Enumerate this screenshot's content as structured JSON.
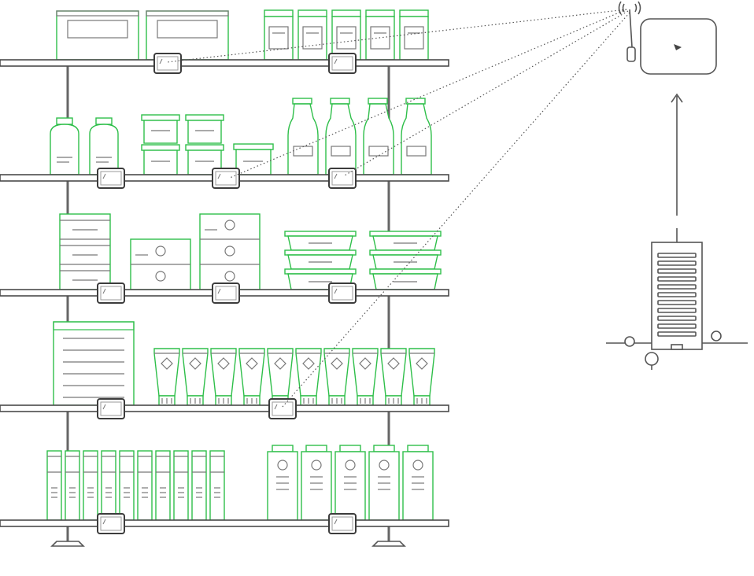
{
  "figure": {
    "colors": {
      "outline": "#555555",
      "product_accent": "#2fbf4a",
      "background": "#ffffff"
    },
    "components": {
      "shelving_unit": {
        "shelf_count": 5,
        "electronic_shelf_labels": 12
      },
      "access_point": {
        "icon": "wireless-access-point-icon",
        "wireless_links_to_labels": 4
      },
      "server": {
        "icon": "server-rack-icon"
      },
      "connection": {
        "server_to_access_point": "arrow-up"
      }
    },
    "shelves": [
      {
        "products": [
          "box",
          "box",
          "jar",
          "jar",
          "jar",
          "jar",
          "jar"
        ],
        "label_count": 2
      },
      {
        "products": [
          "bottle",
          "bottle",
          "container",
          "container",
          "container",
          "container",
          "container",
          "bottle",
          "bottle",
          "bottle",
          "bottle"
        ],
        "label_count": 3
      },
      {
        "products": [
          "carton",
          "box",
          "box",
          "tray",
          "tray"
        ],
        "label_count": 3
      },
      {
        "products": [
          "carton",
          "tube",
          "tube",
          "tube",
          "tube",
          "tube",
          "tube",
          "tube",
          "tube",
          "tube",
          "tube"
        ],
        "label_count": 2
      },
      {
        "products": [
          "canister",
          "canister",
          "canister",
          "canister",
          "canister",
          "canister",
          "canister",
          "canister",
          "canister",
          "canister",
          "carton",
          "carton",
          "carton",
          "carton",
          "carton"
        ],
        "label_count": 2
      }
    ]
  }
}
